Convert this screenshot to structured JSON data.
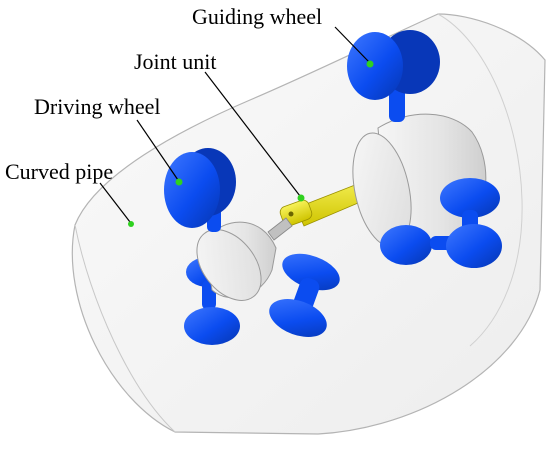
{
  "labels": {
    "guiding_wheel": "Guiding wheel",
    "joint_unit": "Joint unit",
    "driving_wheel": "Driving wheel",
    "curved_pipe": "Curved pipe"
  },
  "colors": {
    "wheel_blue": "#0b4cf0",
    "wheel_blue_dark": "#0837b8",
    "joint_yellow": "#e8e000",
    "pointer_green": "#2fd11f",
    "pipe_outline": "#b4b4b4",
    "body_grey": "#e6e6e6"
  }
}
